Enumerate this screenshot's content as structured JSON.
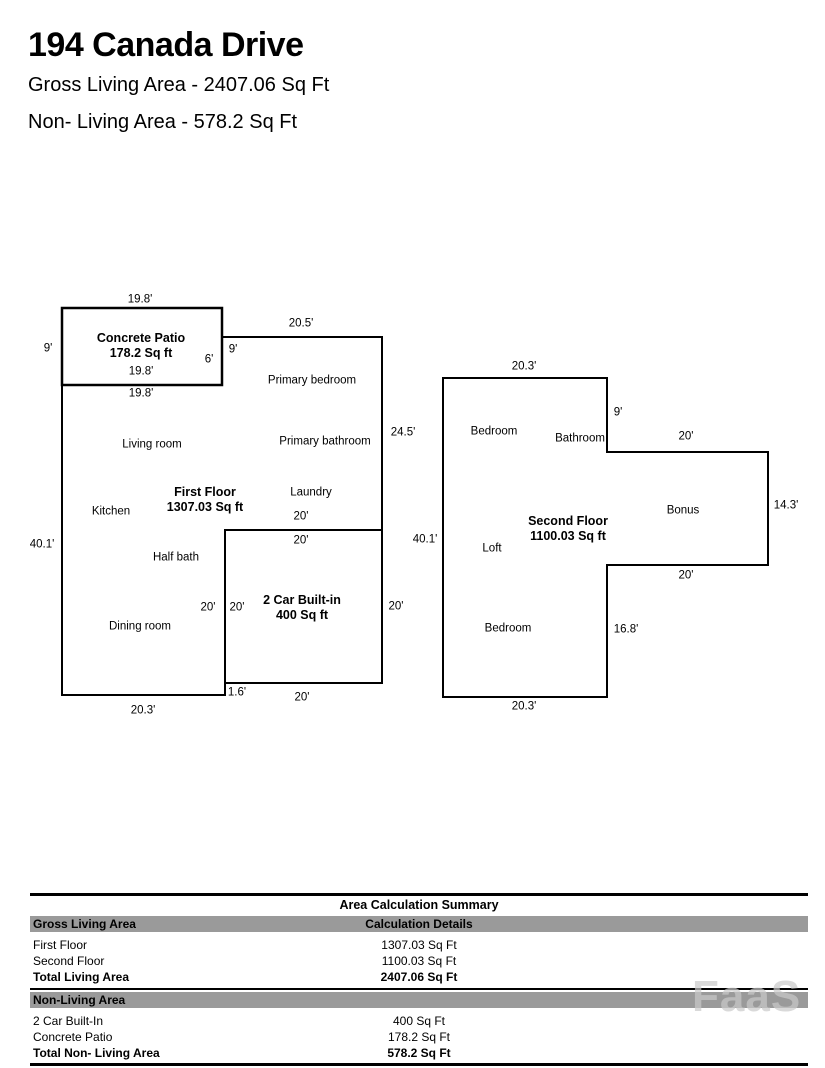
{
  "header": {
    "title": "194 Canada Drive",
    "subtitle1": "Gross Living Area - 2407.06 Sq Ft",
    "subtitle2": "Non- Living Area - 578.2 Sq Ft"
  },
  "first_floor": {
    "name_line1": "First Floor",
    "name_line2": "1307.03 Sq ft",
    "patio_line1": "Concrete Patio",
    "patio_line2": "178.2 Sq ft",
    "garage_line1": "2 Car Built-in",
    "garage_line2": "400 Sq ft",
    "rooms": {
      "primary_bedroom": "Primary bedroom",
      "primary_bathroom": "Primary bathroom",
      "living_room": "Living room",
      "laundry": "Laundry",
      "kitchen": "Kitchen",
      "half_bath": "Half bath",
      "dining_room": "Dining room"
    },
    "dims": {
      "patio_top": "19.8'",
      "patio_left": "9'",
      "patio_inner_bottom": "19.8'",
      "patio_six": "6'",
      "patio_right_nine": "9'",
      "top_right": "20.5'",
      "below_patio": "19.8'",
      "right_side": "24.5'",
      "left_side": "40.1'",
      "garage_top_above": "20'",
      "garage_top_below": "20'",
      "garage_left_out": "20'",
      "garage_left_in": "20'",
      "garage_right": "20'",
      "jog": "1.6'",
      "garage_bottom": "20'",
      "bottom": "20.3'"
    }
  },
  "second_floor": {
    "name_line1": "Second Floor",
    "name_line2": "1100.03 Sq ft",
    "rooms": {
      "bedroom_top": "Bedroom",
      "bathroom": "Bathroom",
      "loft": "Loft",
      "bonus": "Bonus",
      "bedroom_bottom": "Bedroom"
    },
    "dims": {
      "top": "20.3'",
      "bath_right": "9'",
      "bonus_top": "20'",
      "bonus_right": "14.3'",
      "bonus_bottom": "20'",
      "right_lower": "16.8'",
      "left_side": "40.1'",
      "bottom": "20.3'"
    }
  },
  "summary": {
    "title": "Area Calculation Summary",
    "header_left": "Gross Living Area",
    "header_right": "Calculation Details",
    "living_rows": [
      {
        "label": "First Floor",
        "value": "1307.03 Sq Ft"
      },
      {
        "label": "Second Floor",
        "value": "1100.03 Sq Ft"
      }
    ],
    "living_total": {
      "label": "Total Living Area",
      "value": "2407.06 Sq Ft"
    },
    "non_living_header": "Non-Living Area",
    "non_living_rows": [
      {
        "label": "2 Car Built-In",
        "value": "400 Sq Ft"
      },
      {
        "label": "Concrete Patio",
        "value": "178.2 Sq Ft"
      }
    ],
    "non_living_total": {
      "label": "Total Non- Living Area",
      "value": "578.2 Sq Ft"
    }
  },
  "watermark": "FaaS",
  "colors": {
    "wall": "#000000",
    "table_header_bg": "#9a9a9a"
  }
}
